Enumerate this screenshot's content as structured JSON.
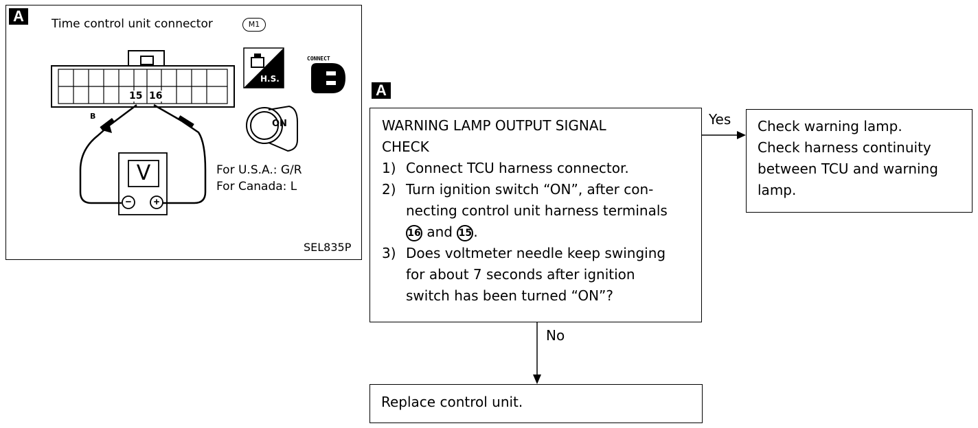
{
  "left_panel": {
    "tag": "A",
    "title": "Time control unit connector",
    "connector_code": "M1",
    "pin_left": "15",
    "pin_right": "16",
    "wire_label": "B",
    "meter_symbol": "V",
    "terminal_neg": "−",
    "terminal_pos": "+",
    "hs_label": "H.S.",
    "connect_label": "CONNECT",
    "ignition_label": "ON",
    "note_usa": "For U.S.A.: G/R",
    "note_canada": "For Canada: L",
    "figure_code": "SEL835P"
  },
  "flowchart": {
    "tag": "A",
    "check_box": {
      "title_line1": "WARNING LAMP OUTPUT SIGNAL",
      "title_line2": "CHECK",
      "step1_num": "1)",
      "step1_text": "Connect TCU harness connector.",
      "step2_num": "2)",
      "step2_line1": "Turn ignition switch “ON”, after con-",
      "step2_line2": "necting control unit harness terminals",
      "step2_term1": "16",
      "step2_and": "and",
      "step2_term2": "15",
      "step2_end": ".",
      "step3_num": "3)",
      "step3_line1": "Does voltmeter needle keep swinging",
      "step3_line2": "for about 7 seconds after ignition",
      "step3_line3": "switch has been turned “ON”?"
    },
    "yes_label": "Yes",
    "no_label": "No",
    "yes_box": {
      "line1": "Check warning lamp.",
      "line2": "Check harness continuity",
      "line3": "between TCU and warning",
      "line4": "lamp."
    },
    "no_box": {
      "line1": "Replace control unit."
    }
  }
}
